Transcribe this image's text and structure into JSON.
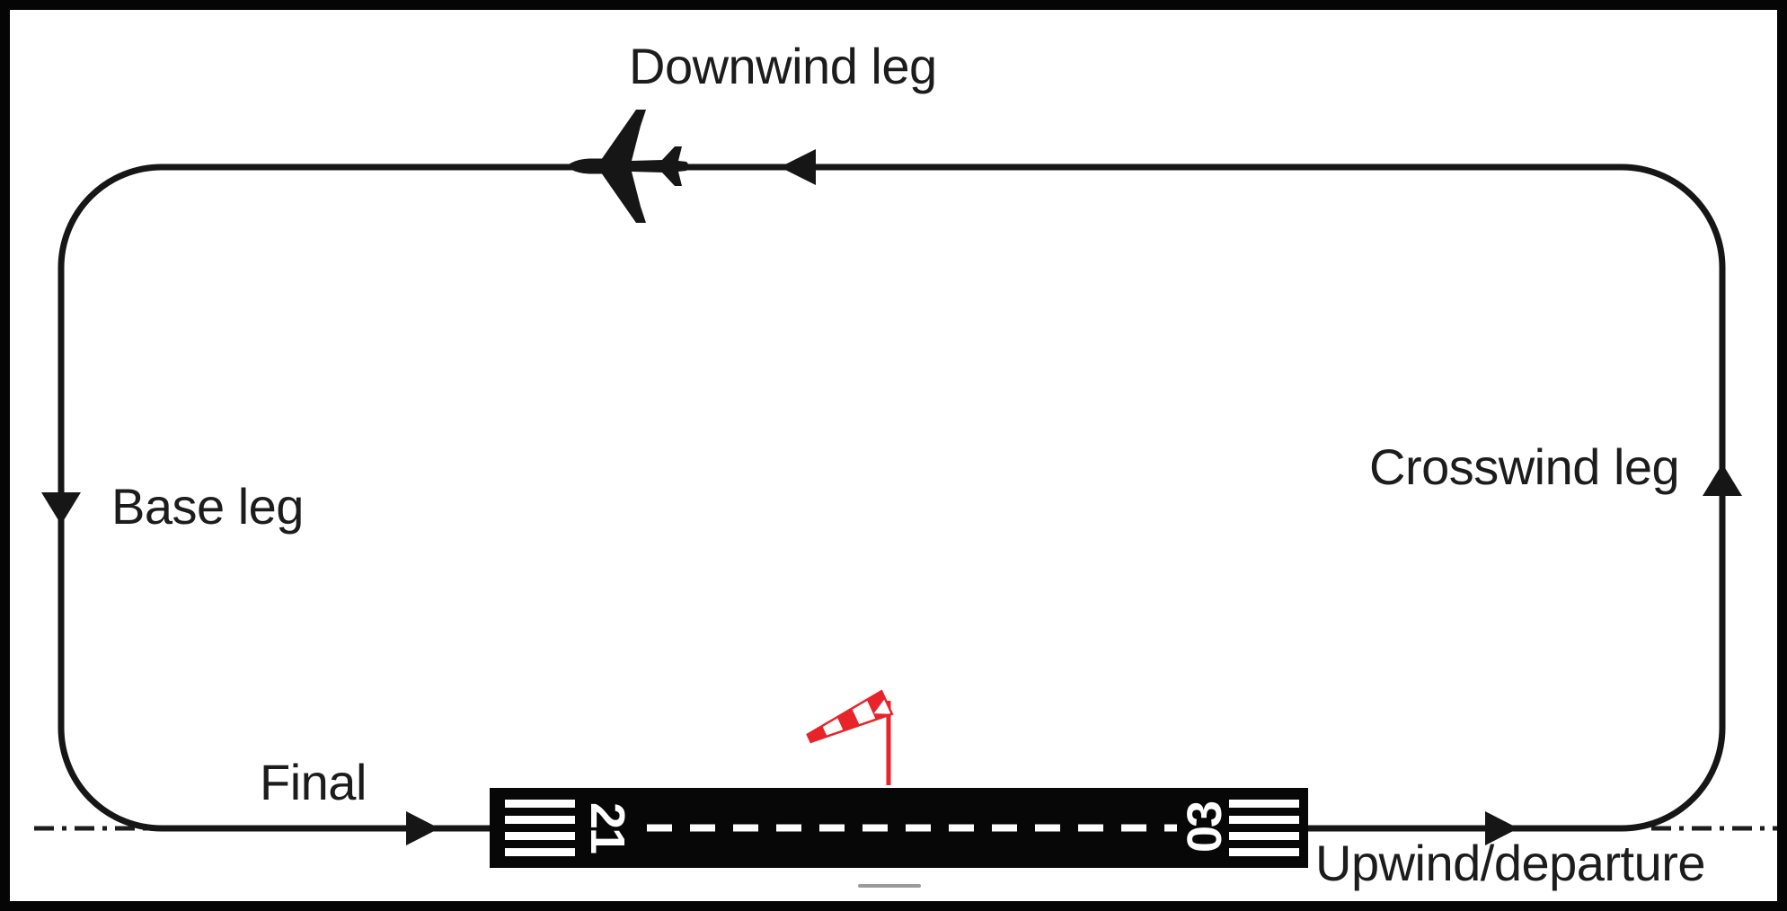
{
  "labels": {
    "downwind": "Downwind leg",
    "base": "Base leg",
    "crosswind": "Crosswind leg",
    "final": "Final",
    "upwind": "Upwind/departure"
  },
  "runway": {
    "left_number": "21",
    "right_number": "03"
  },
  "colors": {
    "ink": "#161616",
    "background": "#ffffff",
    "runway": "#070707",
    "marking_white": "#ffffff",
    "windsock_red": "#e8232a",
    "underline_gray": "#9a9a9a"
  },
  "icons": {
    "airplane": "airplane-icon",
    "windsock": "windsock-icon"
  }
}
